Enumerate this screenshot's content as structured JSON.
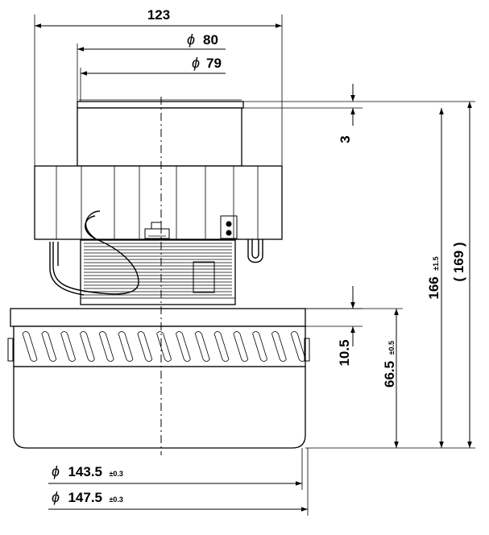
{
  "dimensions": {
    "width_overall": "123",
    "dia_80_symbol": "ϕ",
    "dia_80": "80",
    "dia_79_symbol": "ϕ",
    "dia_79": "79",
    "gap_3": "3",
    "height_166": "166",
    "height_166_tol": "±1.5",
    "height_169": "( 169 )",
    "base_10_5": "10.5",
    "base_66_5": "66.5",
    "base_66_5_tol": "±0.5",
    "dia_143_5_symbol": "ϕ",
    "dia_143_5": "143.5",
    "dia_143_5_tol": "±0.3",
    "dia_147_5_symbol": "ϕ",
    "dia_147_5": "147.5",
    "dia_147_5_tol": "±0.3"
  }
}
